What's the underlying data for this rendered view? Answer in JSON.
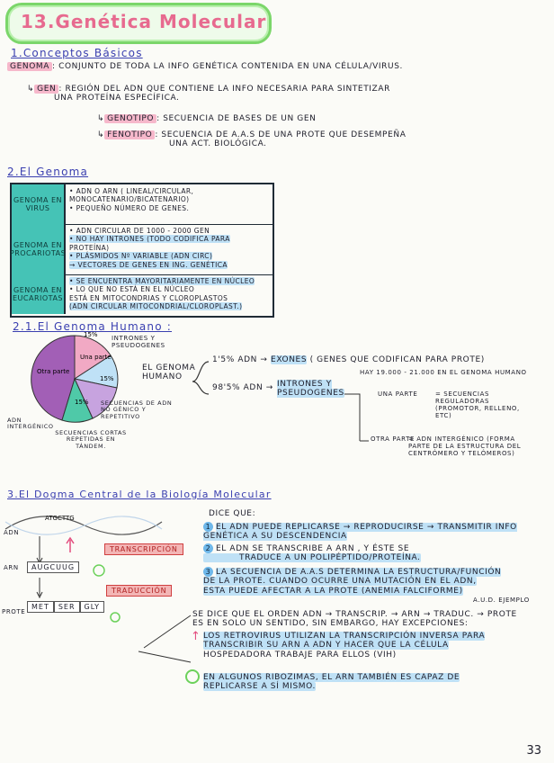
{
  "title": "13.Genética Molecular",
  "sec1": {
    "heading": "1.Conceptos Básicos",
    "genoma_term": "Genoma",
    "genoma_def": ": Conjunto de toda la info genética contenida en una célula/virus.",
    "gen_term": "Gen",
    "gen_def_1": ": Región del ADN que contiene la info necesaria para sintetizar",
    "gen_def_2": "una proteína específica.",
    "genotipo_term": "Genotipo",
    "genotipo_def": ": Secuencia de bases de un gen",
    "fenotipo_term": "Fenotipo",
    "fenotipo_def_1": ": Secuencia de a.a.s de una prote que desempeña",
    "fenotipo_def_2": "una act. biológica."
  },
  "sec2": {
    "heading": "2.El Genoma",
    "rows": [
      {
        "label": "Genoma en virus",
        "lines": [
          "• ADN o ARN ( lineal/circular,",
          "  monocatenario/bicatenario)",
          "• Pequeño número de genes."
        ]
      },
      {
        "label": "Genoma en procariotas",
        "lines": [
          "• ADN circular de 1000 - 2000 gen",
          "• No hay intrones (todo codifica para",
          "  proteína)",
          "• Plásmidos nº variable (ADN circ)",
          "  → Vectores de genes en ing. genética"
        ]
      },
      {
        "label": "Genoma en eucariotas",
        "lines": [
          "• Se encuentra mayoritariamente en núcleo",
          "• Lo que no está en el núcleo",
          "  está en mitocondrias y cloroplastos",
          "  (ADN circular mitocondrial/cloroplast.)"
        ]
      }
    ]
  },
  "sec21": {
    "heading": "2.1.El Genoma Humano :",
    "pie_labels": {
      "otra": "Otra parte",
      "una": "Una parte",
      "p15a": "15%",
      "p15b": "15%",
      "p15c": "15%"
    },
    "callouts": {
      "intrones": "Intrones y pseudogenes",
      "secuencias": "Secuencias de ADN no génico y repetitivo",
      "adn_inter": "ADN intergénico",
      "tandem": "Secuencias cortas repetidas en tándem."
    },
    "center": "El genoma humano",
    "b1": "1'5% ADN",
    "exones": "Exones",
    "genes": "( Genes que codifican para prote)",
    "hay": "Hay 19.000 - 21.000 en el genoma humano",
    "b2": "98'5% ADN",
    "intr_ps": "Intrones y pseudogenes",
    "una_parte": "Una parte",
    "una_parte_def": "= Secuencias reguladoras (promotor, relleno, etc)",
    "otra_parte": "Otra parte",
    "otra_parte_def": "= ADN intergénico (forma parte de la estructura del centrómero y telómeros)"
  },
  "sec3": {
    "heading": "3.El Dogma Central de la Biología Molecular",
    "dna_letters": "ATGCTTG",
    "adn": "ADN",
    "arn": "ARN",
    "arn_seq": "AUGCUUG",
    "prote": "Prote",
    "aa": [
      "Met",
      "Ser",
      "Gly"
    ],
    "transcripcion": "Transcripción",
    "traduccion": "Traducción",
    "dice": "Dice que:",
    "p1": "El ADN puede replicarse → Reproducirse → Transmitir info genética a su descendencia",
    "p2a": "El ADN se transcribe a ARN , y éste se",
    "p2b": "traduce a un polipéptido/proteína.",
    "p3a": "La secuencia de a.a.s determina la estructura/función",
    "p3b": "de la prote. Cuando ocurre una mutación en el ADN,",
    "p3c": "esta puede afectar a la prote (anemia falciforme)",
    "p3d": "a.u.d. ejemplo",
    "p4a": "Se dice que el orden ADN → transcrip. → ARN → traduc. → prote",
    "p4b": "es en solo un sentido, sin embargo, hay excepciones:",
    "p5a": "Los retrovirus utilizan la transcripción inversa para",
    "p5b": "transcribir su ARN a ADN y hacer que la célula",
    "p5c": "hospedadora trabaje para ellos (VIH)",
    "p6a": "En algunos ribozimas, el ARN también es capaz de",
    "p6b": "replicarse a sí mismo."
  },
  "page_number": "33"
}
